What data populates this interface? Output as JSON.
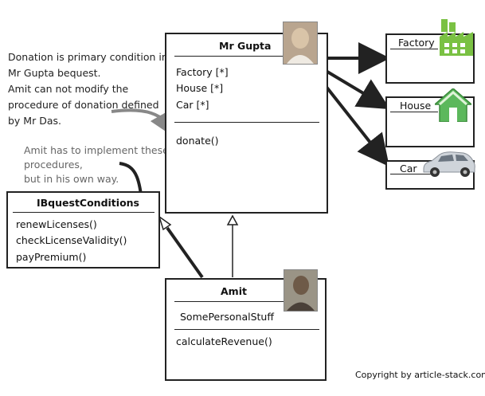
{
  "notes": {
    "donation_lines": [
      "Donation is primary condition in",
      "Mr Gupta bequest.",
      "Amit can not modify the",
      "procedure of donation defined",
      "by Mr Das."
    ],
    "amit_lines": [
      "Amit has to implement these",
      "procedures,",
      "but in his own way."
    ]
  },
  "mr_gupta": {
    "title": "Mr Gupta",
    "attributes": [
      "Factory [*]",
      "House [*]",
      "Car [*]"
    ],
    "methods": [
      "donate()"
    ],
    "photo_icon": "person-photo-icon"
  },
  "amit": {
    "title": "Amit",
    "attributes": [
      "SomePersonalStuff"
    ],
    "methods": [
      "calculateRevenue()"
    ],
    "photo_icon": "person-photo-icon"
  },
  "interface": {
    "title": "IBquestConditions",
    "methods": [
      "renewLicenses()",
      "checkLicenseValidity()",
      "payPremium()"
    ]
  },
  "assets": [
    {
      "title": "Factory",
      "icon": "factory-icon",
      "color": "#7ac143"
    },
    {
      "title": "House",
      "icon": "house-icon",
      "color": "#5cb85c"
    },
    {
      "title": "Car",
      "icon": "car-icon",
      "color": "#bfc5cc"
    }
  ],
  "copyright": "Copyright by article-stack.com"
}
